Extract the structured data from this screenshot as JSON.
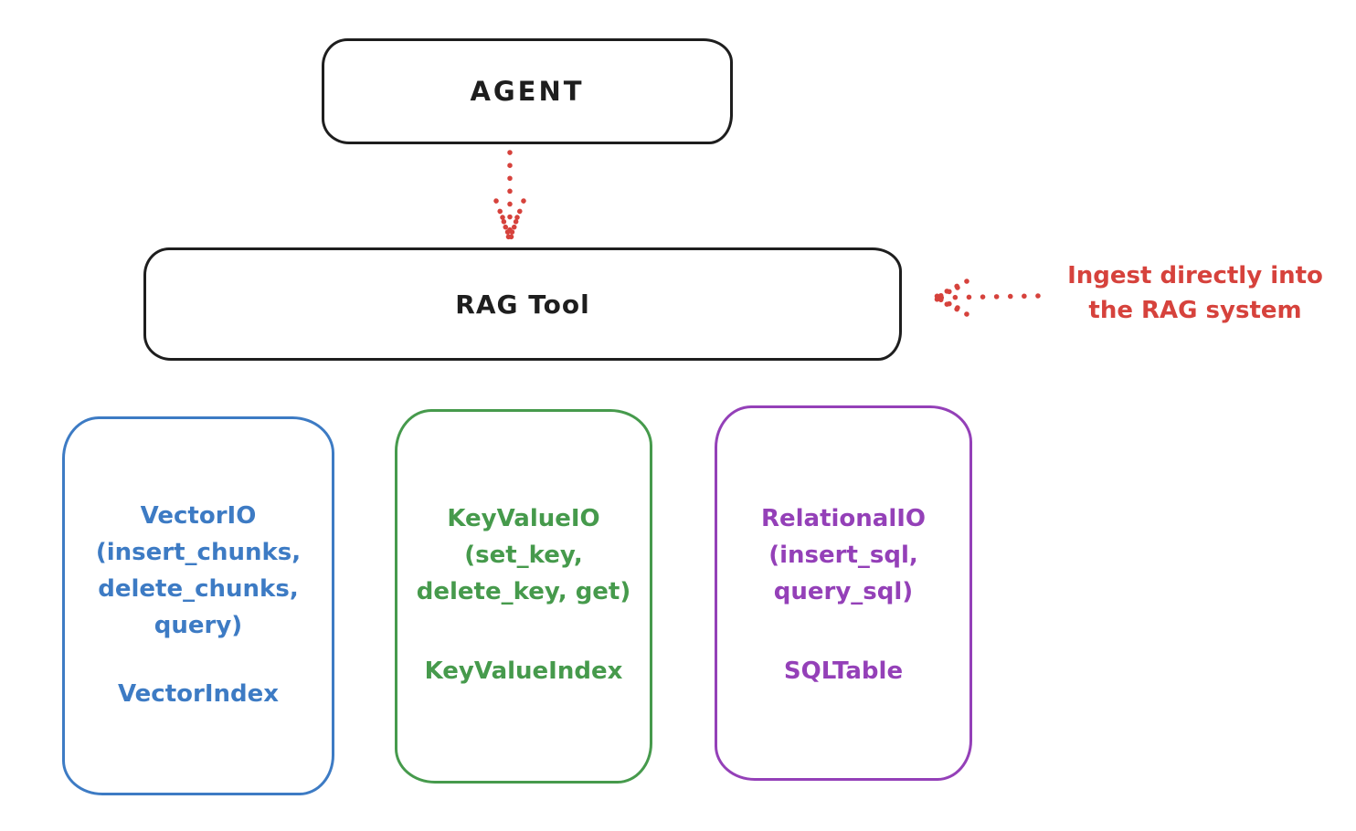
{
  "diagram": {
    "agent_box": {
      "label": "AGENT"
    },
    "rag_tool_box": {
      "label": "RAG Tool"
    },
    "annotation": {
      "line1": "Ingest directly into",
      "line2": "the RAG system"
    },
    "backend_boxes": [
      {
        "name": "VectorIO",
        "lines": [
          "VectorIO",
          "(insert_chunks,",
          "delete_chunks,",
          "query)"
        ],
        "index_label": "VectorIndex",
        "color": "#3d7bc4"
      },
      {
        "name": "KeyValueIO",
        "lines": [
          "KeyValueIO",
          "(set_key,",
          "delete_key, get)"
        ],
        "index_label": "KeyValueIndex",
        "color": "#469a4c"
      },
      {
        "name": "RelationalIO",
        "lines": [
          "RelationalIO",
          "(insert_sql,",
          "query_sql)"
        ],
        "index_label": "SQLTable",
        "color": "#9440b8"
      }
    ],
    "arrows": [
      {
        "name": "agent-to-rag-tool",
        "style": "dotted",
        "direction": "down",
        "color": "#d6423c"
      },
      {
        "name": "annotation-to-rag-tool",
        "style": "dotted",
        "direction": "left",
        "color": "#d6423c"
      }
    ],
    "colors": {
      "ink": "#1e1e1e",
      "accent_red": "#d6423c",
      "vector_blue": "#3d7bc4",
      "keyvalue_green": "#469a4c",
      "relational_purple": "#9440b8",
      "background": "#ffffff"
    }
  }
}
